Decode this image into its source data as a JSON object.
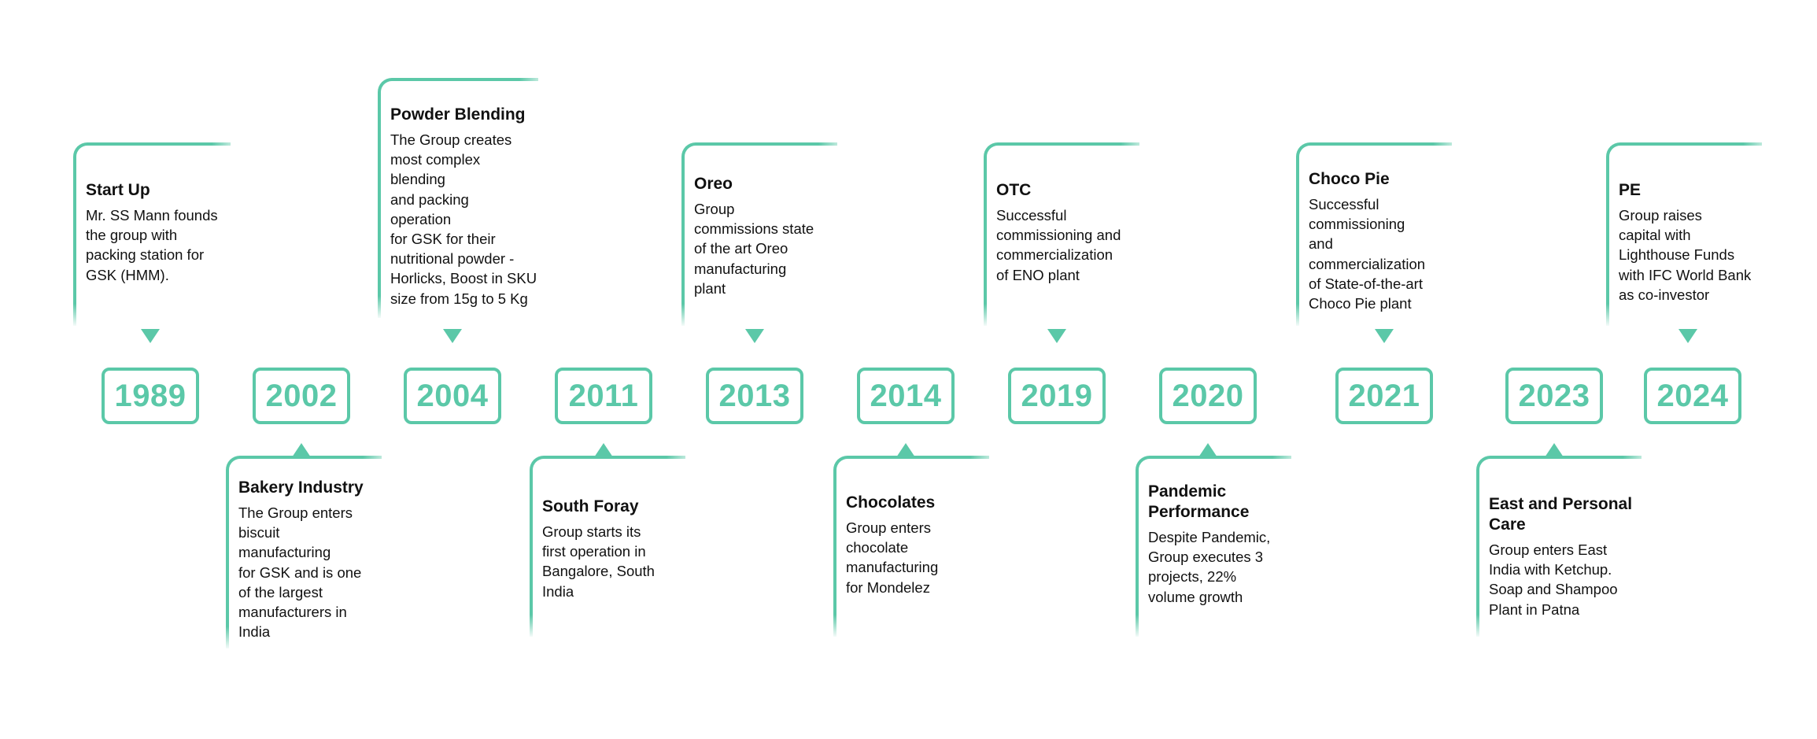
{
  "accent_color": "#5bc8a8",
  "years": [
    "1989",
    "2002",
    "2004",
    "2011",
    "2013",
    "2014",
    "2019",
    "2020",
    "2021",
    "2023",
    "2024"
  ],
  "events": {
    "startup": {
      "year": "1989",
      "title": "Start Up",
      "text": "Mr. SS Mann founds\nthe group with\npacking station for\nGSK (HMM)."
    },
    "bakery": {
      "year": "2002",
      "title": "Bakery Industry",
      "text": "The Group enters\nbiscuit\nmanufacturing\nfor GSK and is one\nof the largest\nmanufacturers in\nIndia"
    },
    "powder": {
      "year": "2004",
      "title": "Powder Blending",
      "text": "The Group creates\nmost complex\nblending\nand packing\noperation\nfor GSK for their\nnutritional powder -\nHorlicks, Boost in SKU\nsize from 15g to 5 Kg"
    },
    "south": {
      "year": "2011",
      "title": "South Foray",
      "text": "Group starts its\nfirst operation in\nBangalore, South\nIndia"
    },
    "oreo": {
      "year": "2013",
      "title": "Oreo",
      "text": "Group\ncommissions state\nof the art Oreo\nmanufacturing\nplant"
    },
    "chocolates": {
      "year": "2014",
      "title": "Chocolates",
      "text": "Group enters\nchocolate\nmanufacturing\nfor Mondelez"
    },
    "otc": {
      "year": "2019",
      "title": "OTC",
      "text": "Successful\ncommissioning and\ncommercialization\nof ENO plant"
    },
    "pandemic": {
      "year": "2020",
      "title": "Pandemic\nPerformance",
      "text": "Despite Pandemic,\nGroup executes 3\nprojects, 22%\nvolume growth"
    },
    "chocopie": {
      "year": "2021",
      "title": "Choco Pie",
      "text": "Successful\ncommissioning\nand\ncommercialization\nof State-of-the-art\nChoco Pie plant"
    },
    "east": {
      "year": "2023",
      "title": "East and Personal\nCare",
      "text": "Group enters East\nIndia with Ketchup.\nSoap and Shampoo\nPlant in Patna"
    },
    "pe": {
      "year": "2024",
      "title": "PE",
      "text": "Group raises\ncapital with\nLighthouse Funds\nwith IFC World Bank\nas co-investor"
    }
  }
}
